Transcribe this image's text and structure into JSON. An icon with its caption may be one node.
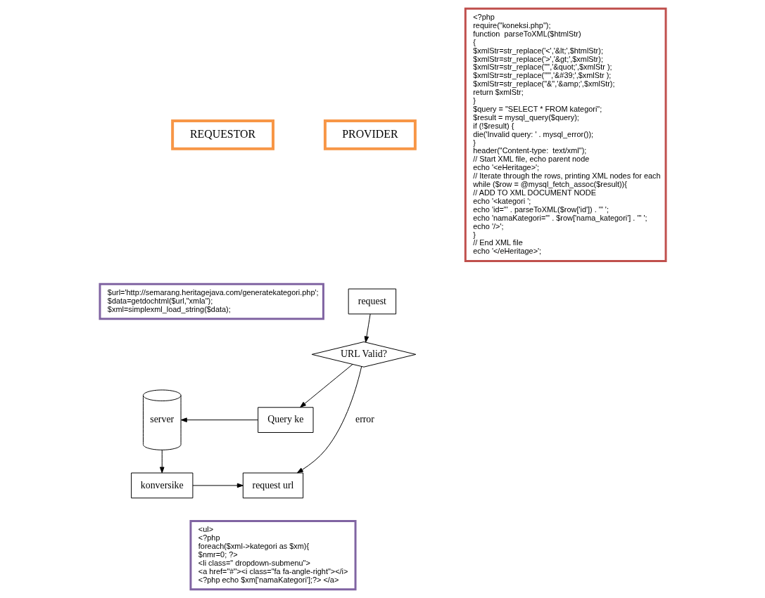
{
  "diagram": {
    "nodes": [
      {
        "text": [
          "REQUESTOR"
        ]
      },
      {
        "text": [
          "PROVIDER"
        ]
      },
      {
        "text": [
          "request"
        ]
      },
      {
        "text": [
          "$url='http://semarang.heritagejava.com/generatekategori.php';",
          "$data=getdochtml($url,\"xmla\");",
          "$xml=simplexml_load_string($data);"
        ]
      },
      {
        "text": [
          "URL Valid?"
        ]
      },
      {
        "text": [
          "Query ke"
        ]
      },
      {
        "text": [
          "server"
        ]
      },
      {
        "text": [
          "request url"
        ]
      },
      {
        "text": [
          "konversike"
        ]
      },
      {
        "text": [
          "<ul>",
          "<?php",
          "foreach($xml->kategori as $xm){",
          "$nmr=0; ?>",
          "<li class=\" dropdown-submenu\">",
          "<a href=\"#\"><i class=\"fa fa-angle-right\"></i>",
          "<?php echo $xm['namaKategori'];?> </a>"
        ]
      },
      {
        "text": [
          "<?php",
          "require(\"koneksi.php\");",
          "function  parseToXML($htmlStr)",
          "{",
          "$xmlStr=str_replace('<','&lt;',$htmlStr);",
          "$xmlStr=str_replace('>','&gt;',$xmlStr);",
          "$xmlStr=str_replace('\"','&quot;',$xmlStr );",
          "$xmlStr=str_replace(\"'\",'&#39;',$xmlStr );",
          "$xmlStr=str_replace(\"&\",'&amp;',$xmlStr);",
          "return $xmlStr;",
          "}",
          "$query = \"SELECT * FROM kategori\";",
          "$result = mysql_query($query);",
          "if (!$result) {",
          "die('Invalid query: ' . mysql_error());",
          "}",
          "header(\"Content-type:  text/xml\");",
          "// Start XML file, echo parent node",
          "echo '<eHeritage>';",
          "// Iterate through the rows, printing XML nodes for each",
          "while ($row = @mysql_fetch_assoc($result)){",
          "// ADD TO XML DOCUMENT NODE",
          "echo '<kategori ';",
          "echo 'id=\"' . parseToXML($row['id']) . '\" ';",
          "echo 'namaKategori=\"' . $row['nama_kategori'] . '\" ';",
          "echo '/>';",
          "}",
          "// End XML file",
          "echo '</eHeritage>';"
        ]
      }
    ],
    "edges": [
      {
        "from": 2,
        "to": 4,
        "arrow": "to"
      },
      {
        "from": 4,
        "to": 7,
        "arrow": "to",
        "label": "error"
      },
      {
        "from": 4,
        "to": 5,
        "arrow": "to"
      },
      {
        "from": 5,
        "to": 6,
        "arrow": "to"
      },
      {
        "from": 6,
        "to": 8,
        "arrow": "to"
      },
      {
        "from": 8,
        "to": 7,
        "arrow": "to"
      }
    ]
  }
}
